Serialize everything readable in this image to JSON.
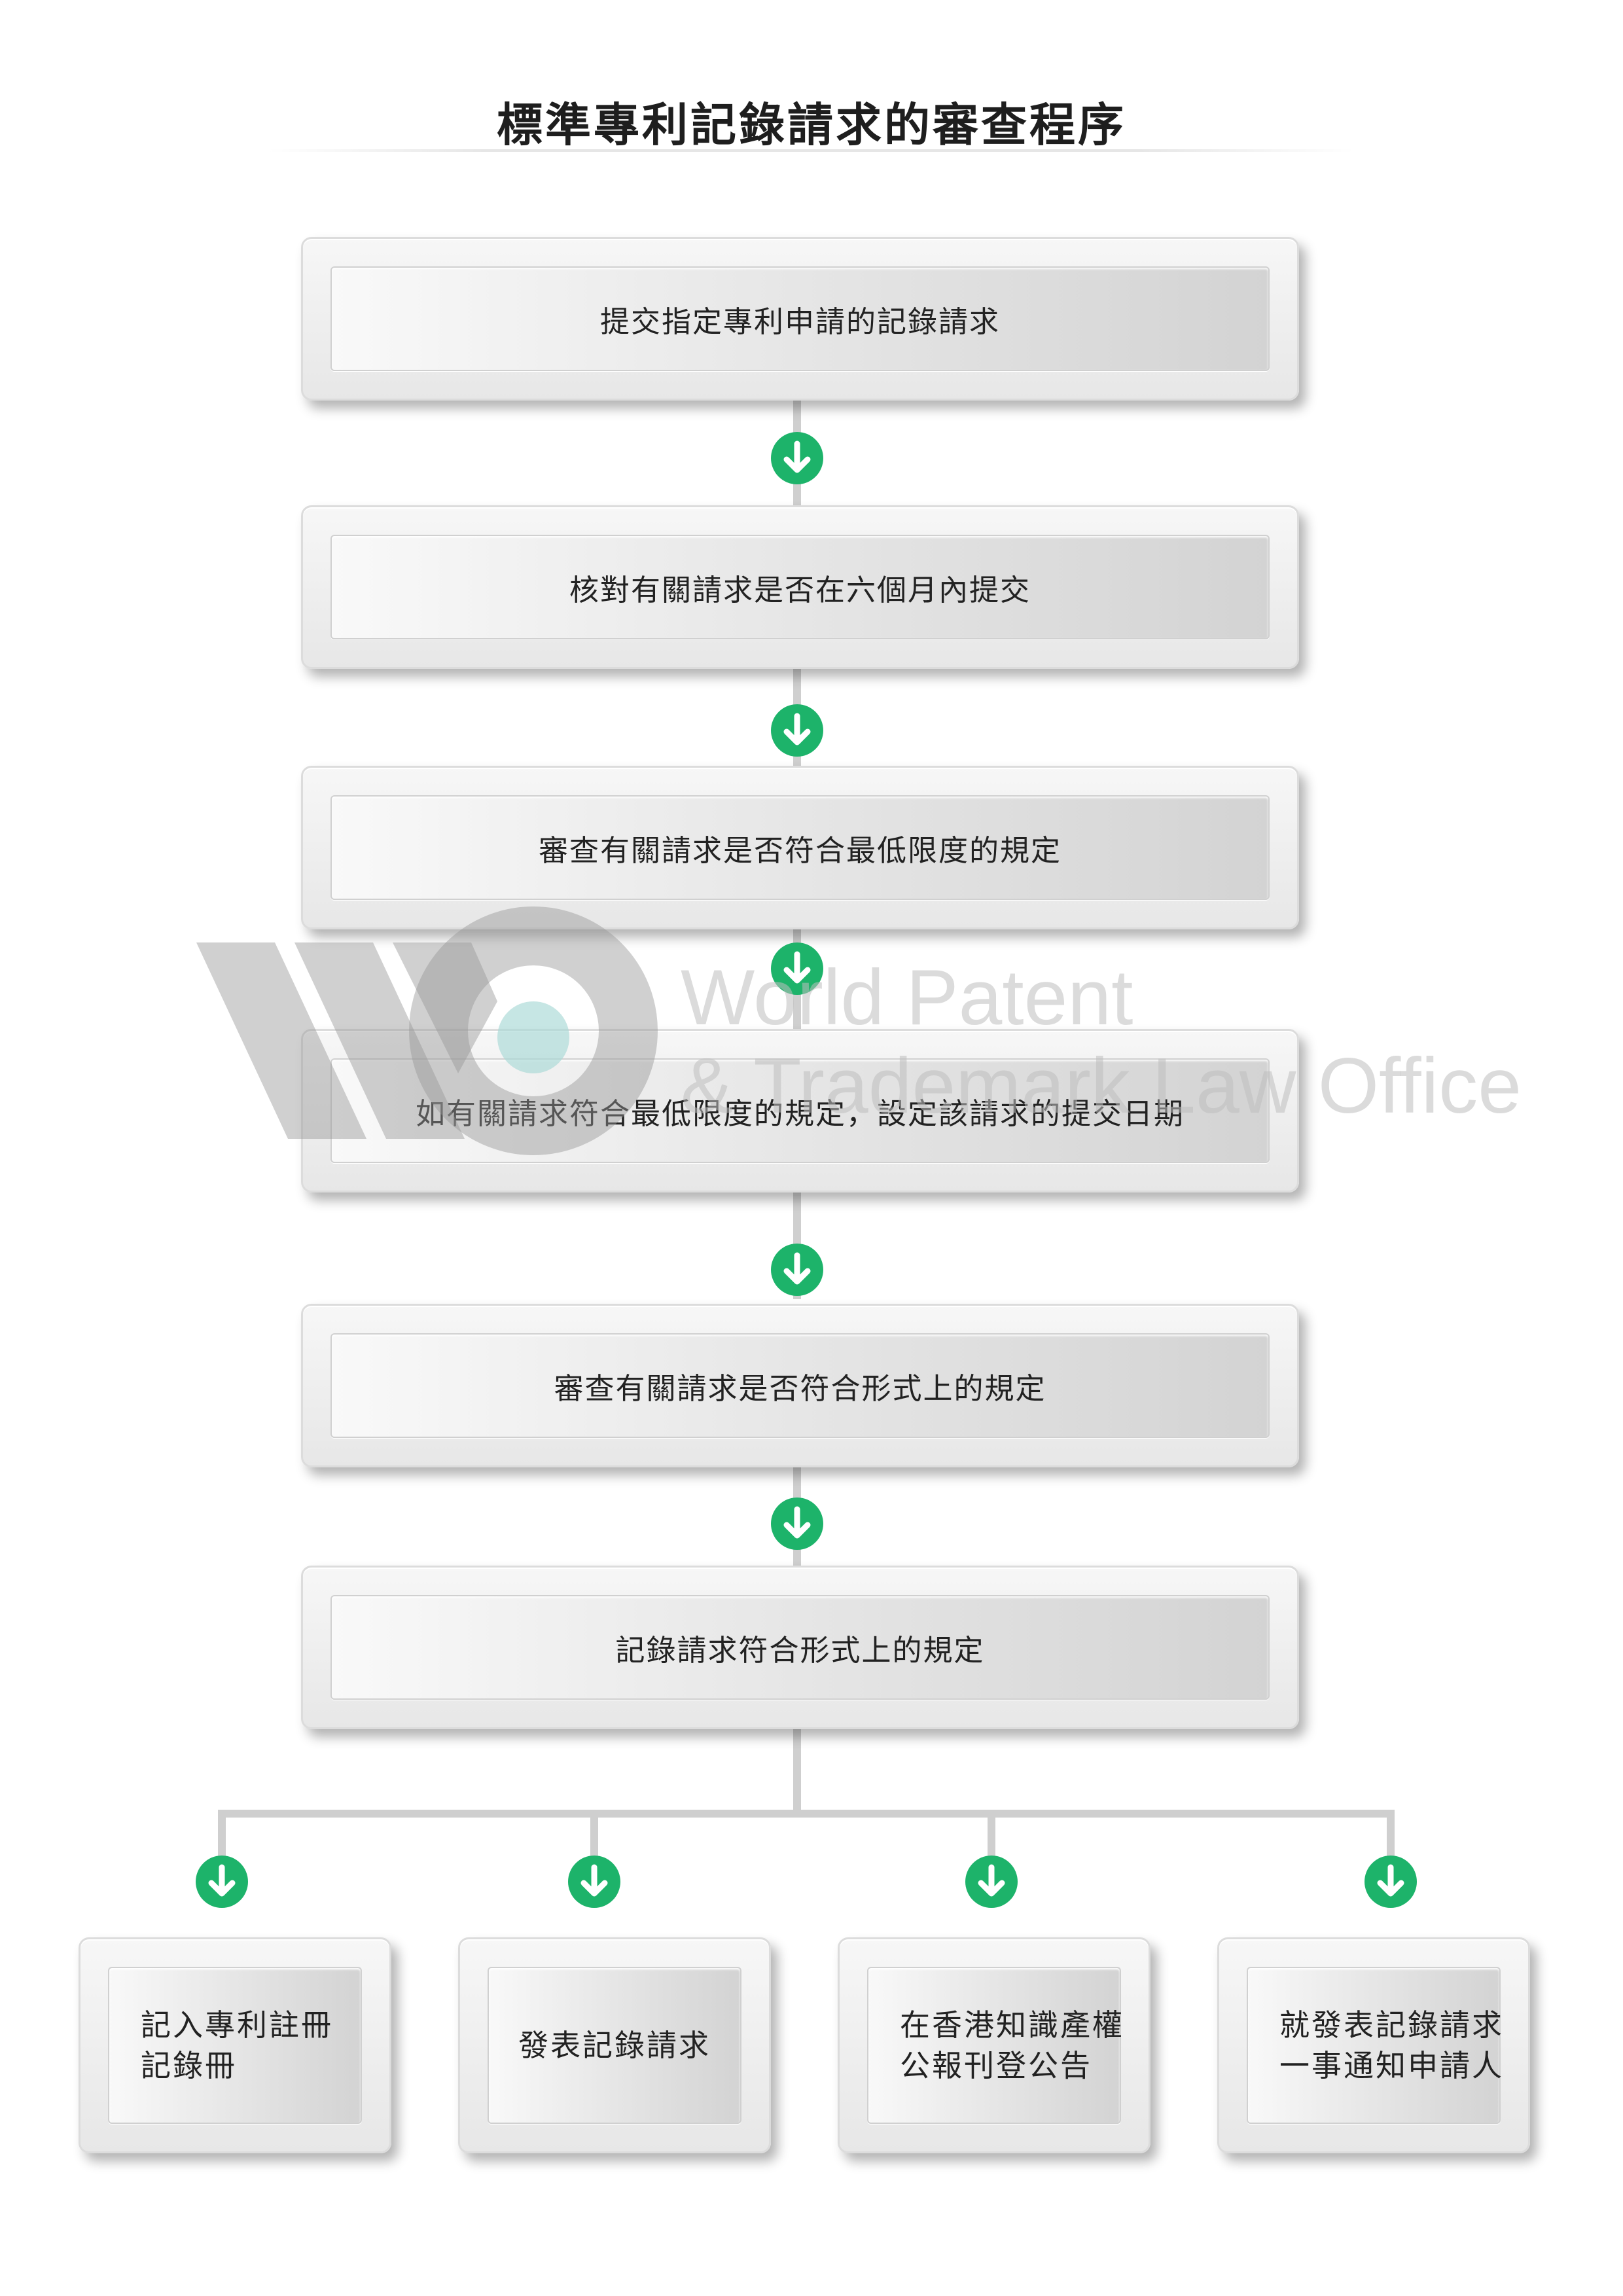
{
  "title": "標準專利記錄請求的審查程序",
  "steps": [
    "提交指定專利申請的記錄請求",
    "核對有關請求是否在六個月內提交",
    "審查有關請求是否符合最低限度的規定",
    "如有關請求符合最低限度的規定，設定該請求的提交日期",
    "審查有關請求是否符合形式上的規定",
    "記錄請求符合形式上的規定"
  ],
  "outcomes": [
    {
      "lines": [
        "記入專利註冊",
        "記錄冊"
      ]
    },
    {
      "lines": [
        "發表記錄請求"
      ]
    },
    {
      "lines": [
        "在香港知識產權",
        "公報刊登公告"
      ]
    },
    {
      "lines": [
        "就發表記錄請求",
        "一事通知申請人"
      ]
    }
  ],
  "watermark": {
    "line1": "World Patent",
    "line2": "& Trademark Law Office"
  },
  "colors": {
    "arrow_green": "#1db36a",
    "connector_gray": "#cfcfcf",
    "box_gradient_light": "#f9f9f9",
    "box_gradient_dark": "#d3d3d3",
    "watermark_gray": "#bebebe",
    "watermark_teal": "#a8d8d6"
  },
  "icons": {
    "arrow": "arrow-down-circle-icon",
    "logo": "wp-logo-icon"
  }
}
